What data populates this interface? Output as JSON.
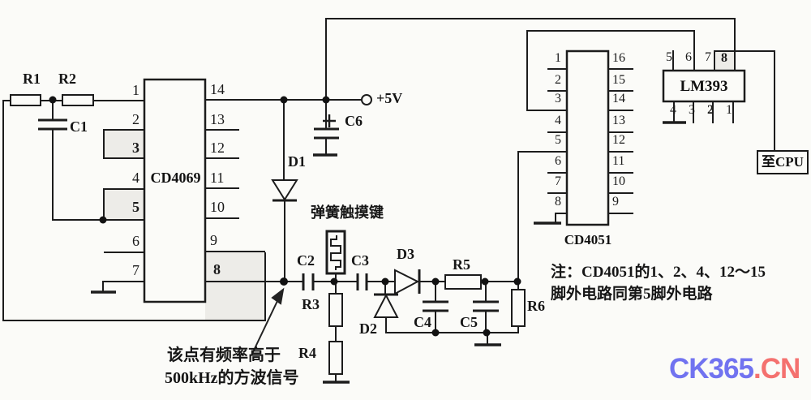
{
  "colors": {
    "line": "#1c1c1c",
    "highlight": "#edece8",
    "background": "#fbfbf8",
    "logo_blue": "#7173f0",
    "logo_red": "#f4716f"
  },
  "power": {
    "label": "+5V"
  },
  "cpu": {
    "label": "至CPU"
  },
  "touch_key": {
    "label": "弹簧触摸键"
  },
  "annotation": {
    "line1": "该点有频率高于",
    "line2": "500kHz的方波信号"
  },
  "note": {
    "line1": "注：CD4051的1、2、4、12～15",
    "line2": "脚外电路同第5脚外电路"
  },
  "ics": {
    "cd4069": {
      "name": "CD4069",
      "left_pins": [
        "1",
        "2",
        "3",
        "4",
        "5",
        "6",
        "7"
      ],
      "right_pins": [
        "14",
        "13",
        "12",
        "11",
        "10",
        "9",
        "8"
      ]
    },
    "cd4051": {
      "name": "CD4051",
      "left_pins": [
        "1",
        "2",
        "3",
        "4",
        "5",
        "6",
        "7",
        "8"
      ],
      "right_pins": [
        "16",
        "15",
        "14",
        "13",
        "12",
        "11",
        "10",
        "9"
      ]
    },
    "lm393": {
      "name": "LM393",
      "top_pins": [
        "5",
        "6",
        "7",
        "8"
      ],
      "bottom_pins": [
        "4",
        "3",
        "2",
        "1"
      ]
    }
  },
  "components": {
    "r1": "R1",
    "r2": "R2",
    "r3": "R3",
    "r4": "R4",
    "r5": "R5",
    "r6": "R6",
    "c1": "C1",
    "c2": "C2",
    "c3": "C3",
    "c4": "C4",
    "c5": "C5",
    "c6": "C6",
    "d1": "D1",
    "d2": "D2",
    "d3": "D3"
  },
  "logo": {
    "blue": "CK365",
    "dot": ".",
    "red": "CN"
  }
}
